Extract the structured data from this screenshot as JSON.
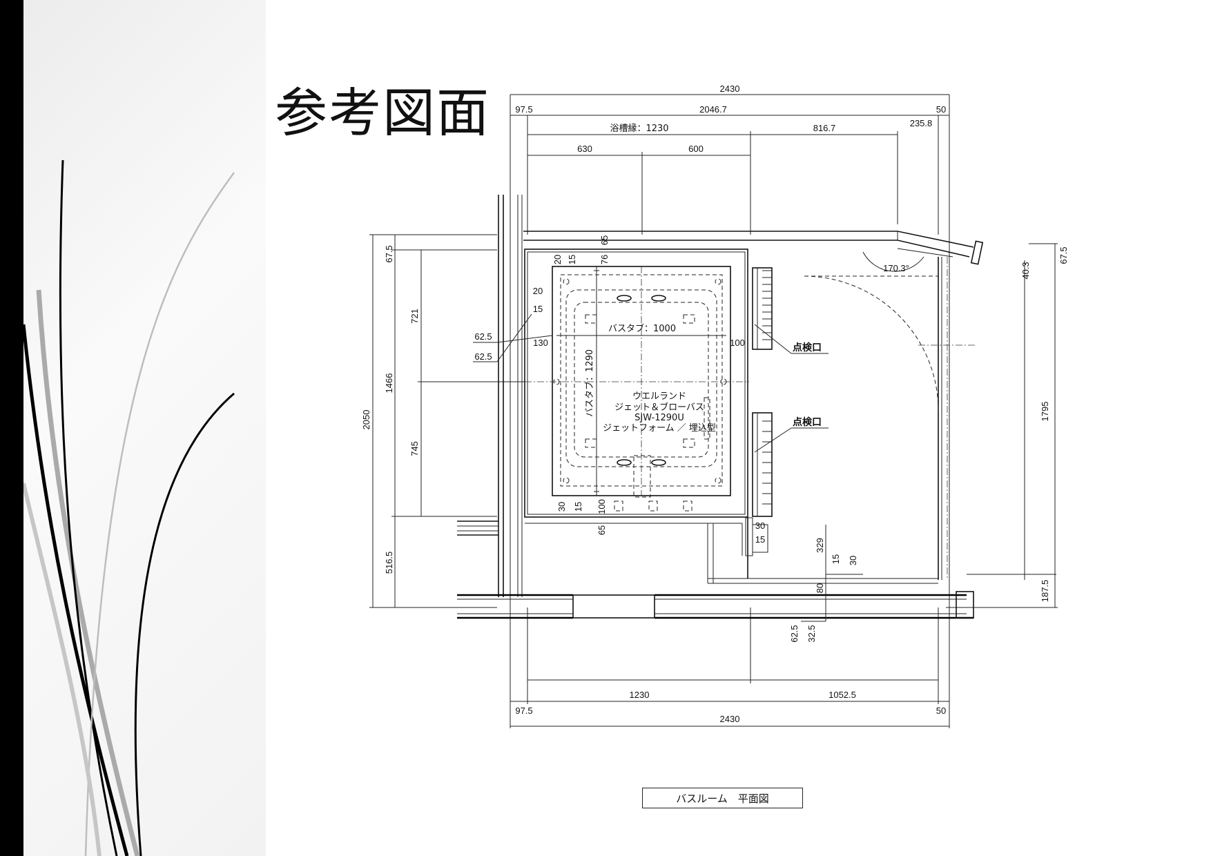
{
  "page": {
    "title": "参考図面"
  },
  "plan": {
    "caption": "バスルーム　平面図",
    "top_dims": {
      "overall": "2430",
      "left_offset": "97.5",
      "middle": "2046.7",
      "right_offset": "50",
      "tub_edge": "浴槽縁：1230",
      "span_a": "816.7",
      "span_b": "235.8",
      "sub_a": "630",
      "sub_b": "600"
    },
    "bottom_dims": {
      "left_span": "1230",
      "right_span": "1052.5",
      "left_offset": "97.5",
      "right_offset": "50",
      "overall": "2430"
    },
    "left_dims": {
      "overall": "2050",
      "top": "67.5",
      "upper": "721",
      "middle": "1466",
      "lower": "745",
      "bottom": "516.5"
    },
    "right_dims": {
      "top": "67.5",
      "offset": "40.3",
      "height": "1795",
      "bottom": "187.5"
    },
    "angle": "170.3°",
    "tub": {
      "label_width": "バスタブ：1000",
      "label_depth": "バスタブ：1290",
      "brand": "ウエルランド",
      "type": "ジェット＆ブローバス",
      "model": "SJW-1290U",
      "mount": "ジェットフォーム ／ 埋込型"
    },
    "notes": {
      "inspection_1": "点検口",
      "inspection_2": "点検口"
    },
    "small_dims": {
      "t65_top": "65",
      "t76": "76",
      "t15_top": "15",
      "t20_a": "20",
      "t20_b": "20",
      "t15_b": "15",
      "t625_a": "62.5",
      "t625_b": "62.5",
      "t130": "130",
      "t100_right": "100",
      "t30_bl": "30",
      "t15_bl": "15",
      "t100_bl": "100",
      "t65_bottom": "65",
      "t30_r": "30",
      "t15_r": "15",
      "t329": "329",
      "t15_c": "15",
      "t30_c": "30",
      "t80": "80",
      "t625_c": "62.5",
      "t325": "32.5"
    }
  }
}
